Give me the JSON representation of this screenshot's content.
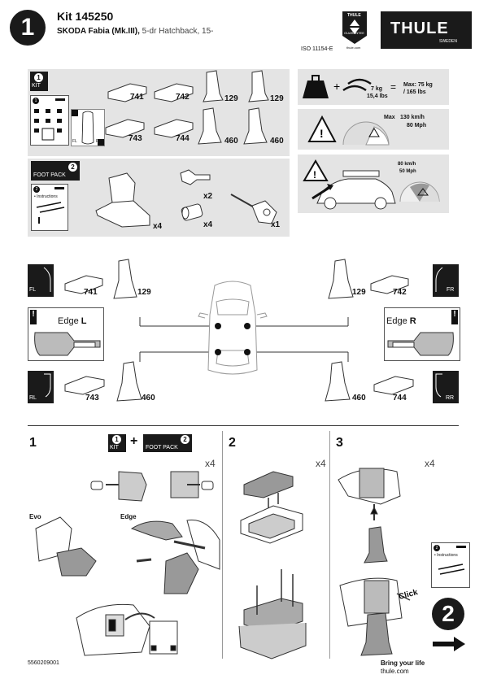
{
  "header": {
    "step_number": "1",
    "kit_title": "Kit 145250",
    "car_model_bold": "SKODA Fabia (Mk.III),",
    "car_model_light": " 5-dr Hatchback, 15-",
    "iso": "ISO 11154-E",
    "brand": "THULE",
    "brand_sub": "SWEDEN",
    "guarantee_top": "THULE",
    "guarantee_bottom": "GUARANTEE",
    "guarantee_url": "thule.com"
  },
  "kit_panel": {
    "badge_num": "1",
    "badge_label": "KIT",
    "parts": [
      "741",
      "742",
      "129",
      "129",
      "743",
      "744",
      "460",
      "460"
    ],
    "mini_labels": [
      "FL",
      "RR"
    ]
  },
  "foot_panel": {
    "badge_num": "2",
    "badge_label": "FOOT PACK",
    "instructions": "• Instructions",
    "qty_foot": "x4",
    "qty_key": "x2",
    "qty_cyl": "x4",
    "qty_tool": "x1"
  },
  "warnings": {
    "weight_kg": "7 kg",
    "weight_lbs": "15,4 lbs",
    "max_load_1": "Max: 75 kg",
    "max_load_2": "/ 165 lbs",
    "speed_label": "Max",
    "speed_kmh": "130 km/h",
    "speed_mph": "80 Mph",
    "speed2_kmh": "80 km/h",
    "speed2_mph": "50 Mph"
  },
  "positions": {
    "fl": {
      "tag": "FL",
      "pad": "741",
      "foot": "129"
    },
    "fr": {
      "tag": "FR",
      "pad": "742",
      "foot": "129"
    },
    "rl": {
      "tag": "RL",
      "pad": "743",
      "foot": "460"
    },
    "rr": {
      "tag": "RR",
      "pad": "744",
      "foot": "460"
    },
    "edge_l_text": "Edge",
    "edge_l_bold": "L",
    "edge_r_text": "Edge",
    "edge_r_bold": "R"
  },
  "steps": {
    "s1": "1",
    "s2": "2",
    "s3": "3",
    "kit_badge_num": "1",
    "kit_badge_label": "KIT",
    "plus": "+",
    "foot_badge_num": "2",
    "foot_badge_label": "FOOT PACK",
    "qty1": "x4",
    "qty2": "x4",
    "qty3": "x4",
    "evo": "Evo",
    "edge": "Edge",
    "click": "Click",
    "instr_num": "2",
    "instr_text": "• Instructions",
    "next_num": "2"
  },
  "footer": {
    "part_number": "5560209001",
    "slogan": "Bring your life",
    "url": "thule.com"
  }
}
